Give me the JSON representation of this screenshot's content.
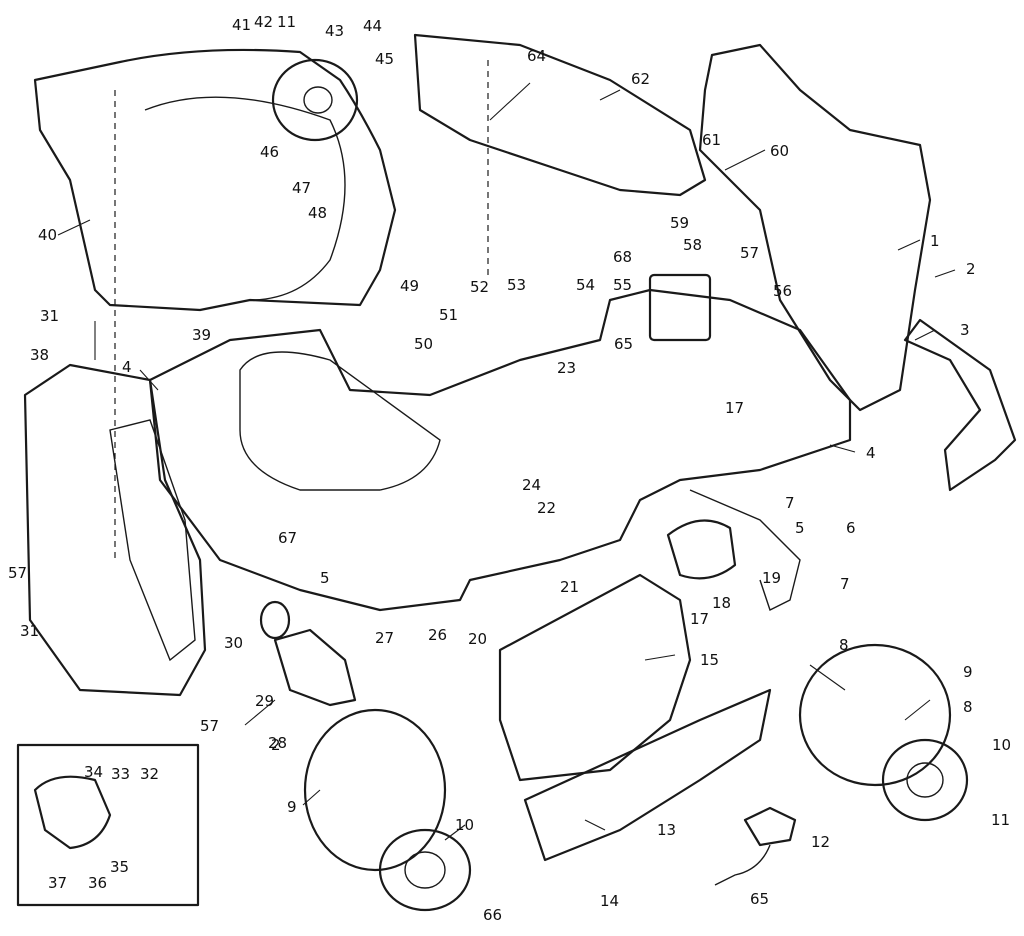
{
  "callouts": [
    "1",
    "2",
    "3",
    "4",
    "4",
    "5",
    "5",
    "6",
    "7",
    "7",
    "8",
    "8",
    "9",
    "9",
    "10",
    "10",
    "11",
    "11",
    "12",
    "13",
    "14",
    "15",
    "17",
    "17",
    "18",
    "19",
    "20",
    "21",
    "22",
    "23",
    "24",
    "26",
    "27",
    "28",
    "29",
    "30",
    "31",
    "31",
    "32",
    "33",
    "34",
    "35",
    "36",
    "37",
    "38",
    "39",
    "40",
    "41",
    "42",
    "43",
    "44",
    "45",
    "46",
    "47",
    "48",
    "49",
    "50",
    "51",
    "52",
    "53",
    "54",
    "55",
    "56",
    "57",
    "57",
    "57",
    "58",
    "59",
    "60",
    "61",
    "62",
    "64",
    "65",
    "65",
    "66",
    "67",
    "68",
    "2"
  ],
  "colors": {
    "ink": "#1a1a1a",
    "paper": "#ffffff"
  }
}
